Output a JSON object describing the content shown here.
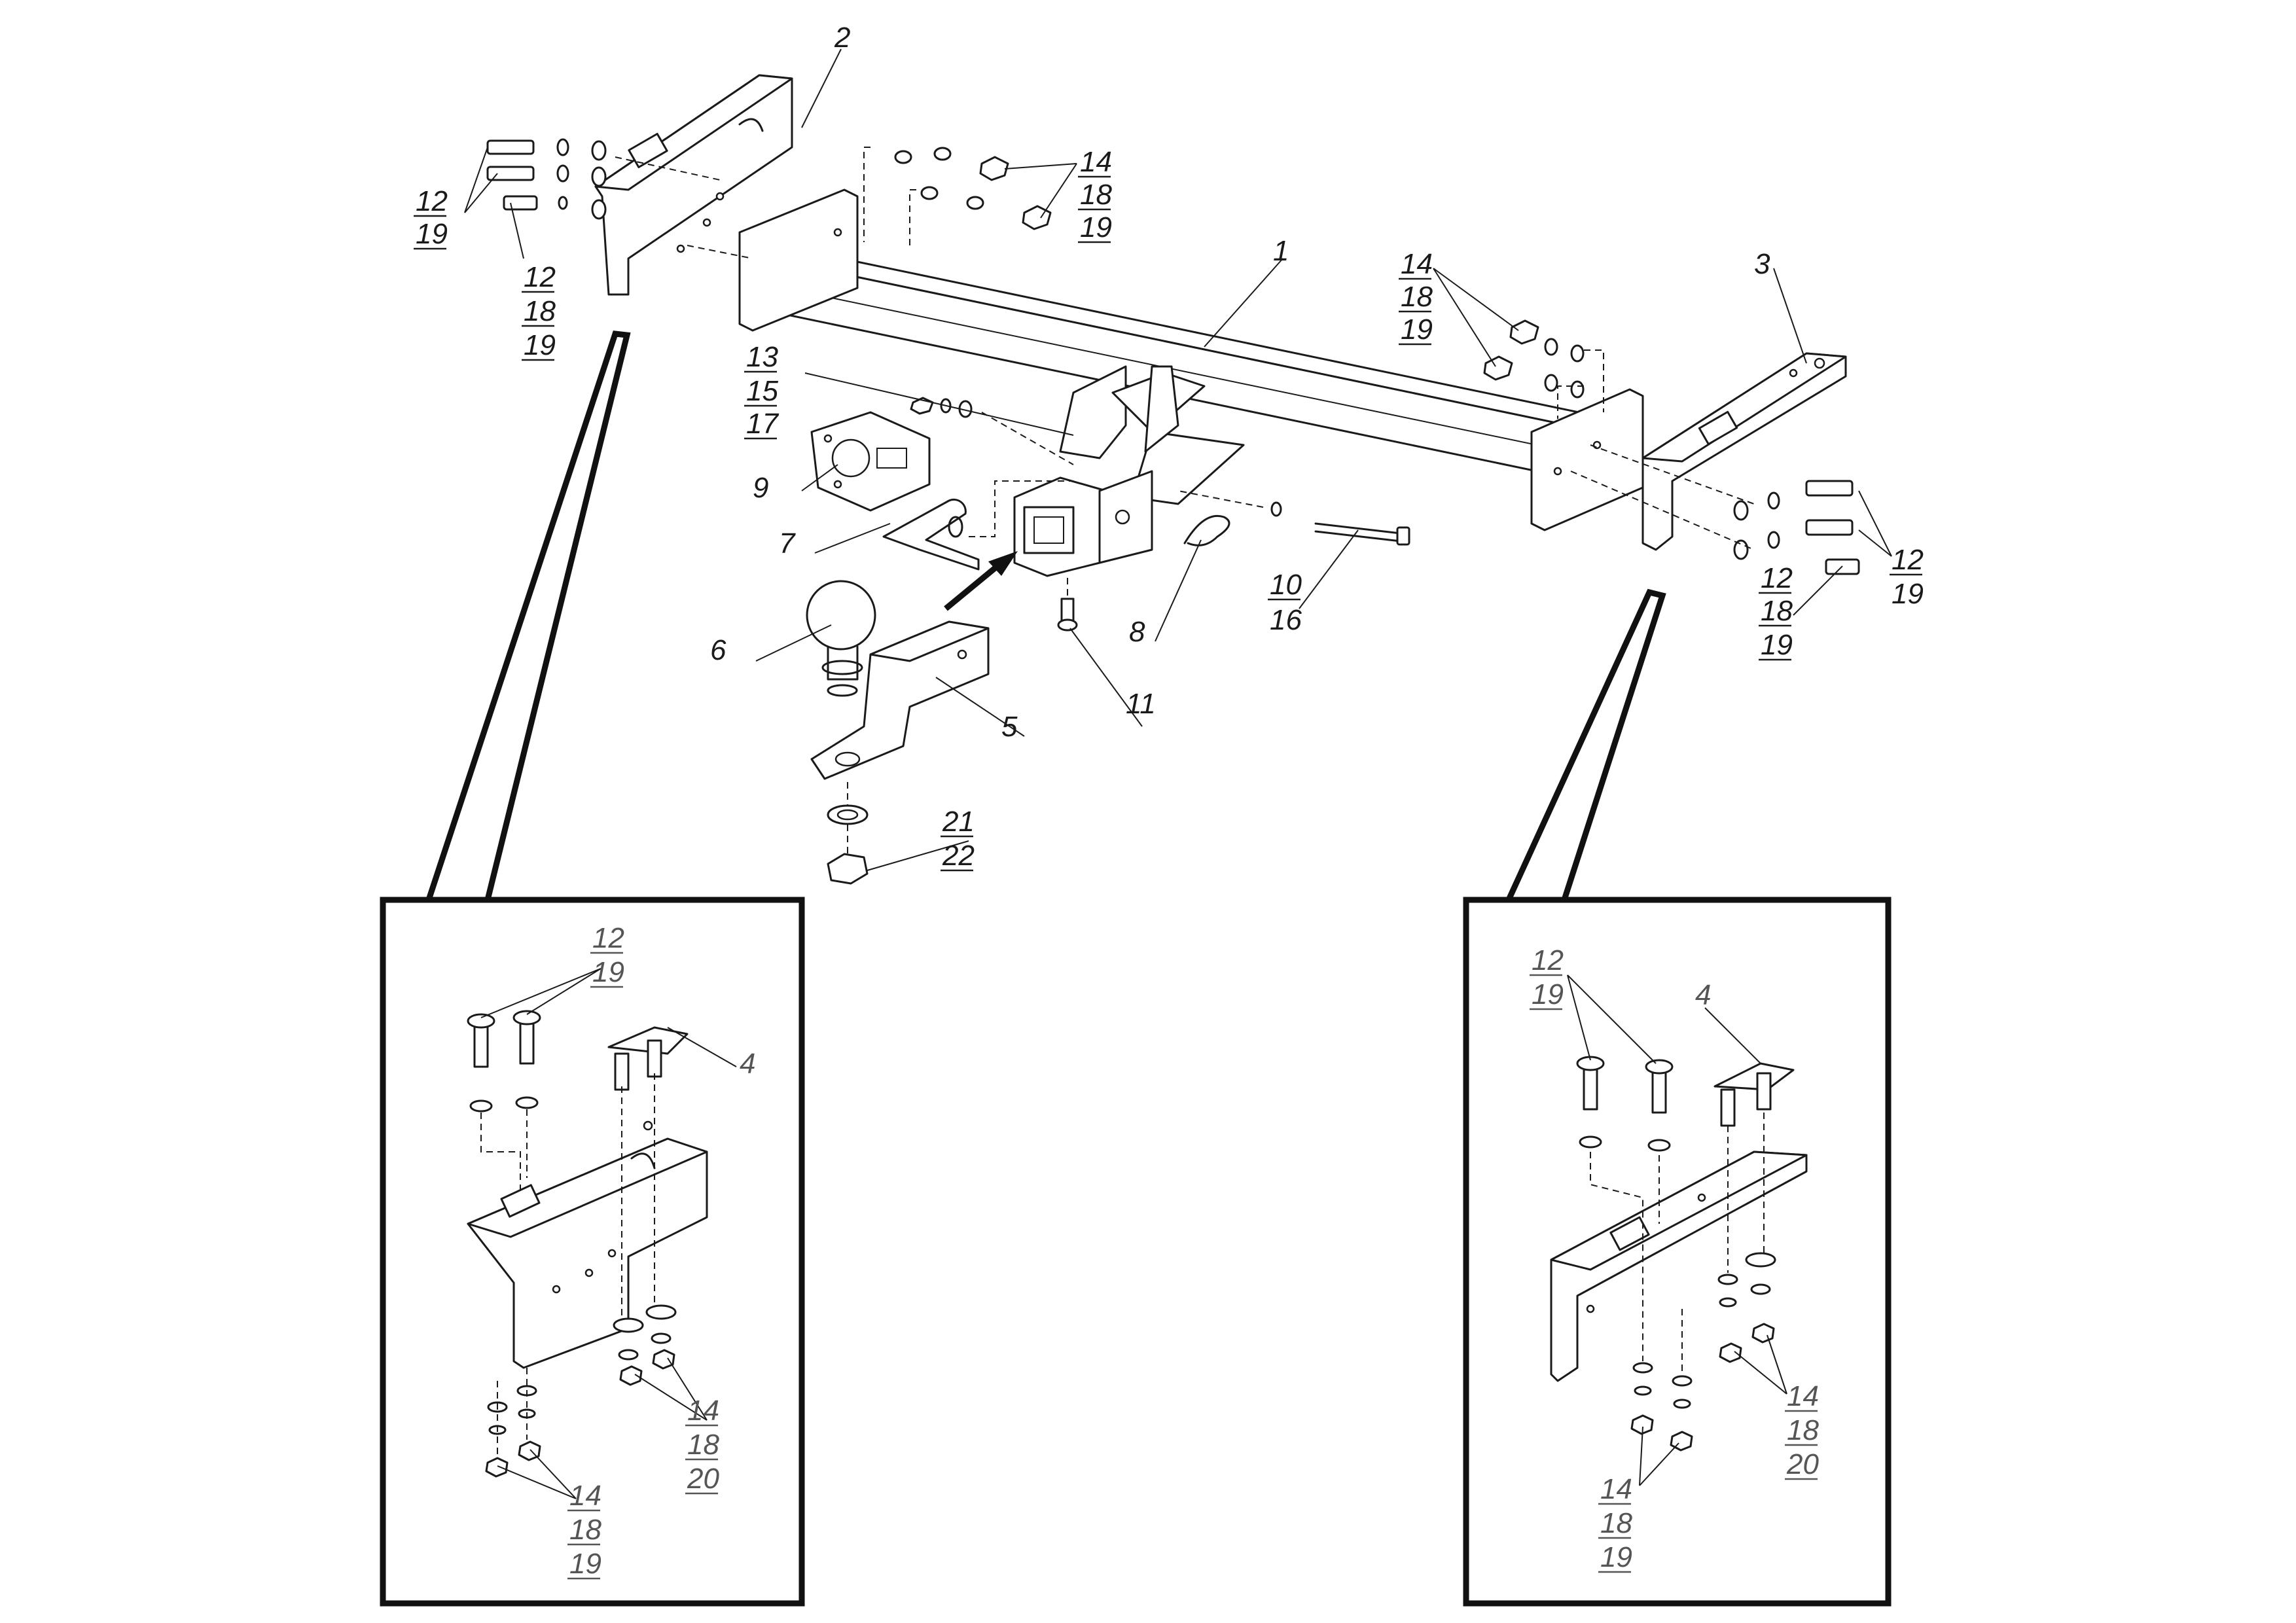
{
  "callouts": {
    "c_1": "1",
    "c_2": "2",
    "c_3": "3",
    "c_12a": "12",
    "c_19a": "19",
    "c_12b": "12",
    "c_18b": "18",
    "c_19b": "19",
    "c_14a": "14",
    "c_18a": "18",
    "c_19c": "19",
    "c_14b": "14",
    "c_18c": "18",
    "c_19d": "19",
    "c_13": "13",
    "c_15": "15",
    "c_17": "17",
    "c_9": "9",
    "c_7": "7",
    "c_6": "6",
    "c_5": "5",
    "c_8": "8",
    "c_10": "10",
    "c_16": "16",
    "c_11": "11",
    "c_21": "21",
    "c_22": "22",
    "c_12c": "12",
    "c_19e": "19",
    "c_12d": "12",
    "c_18d": "18",
    "c_19f": "19"
  },
  "detail_left": {
    "c_12": "12",
    "c_19": "19",
    "c_4": "4",
    "c_14a": "14",
    "c_18a": "18",
    "c_20": "20",
    "c_14b": "14",
    "c_18b": "18",
    "c_19b": "19"
  },
  "detail_right": {
    "c_12": "12",
    "c_19": "19",
    "c_4": "4",
    "c_14a": "14",
    "c_18a": "18",
    "c_20": "20",
    "c_14b": "14",
    "c_18b": "18",
    "c_19b": "19"
  }
}
